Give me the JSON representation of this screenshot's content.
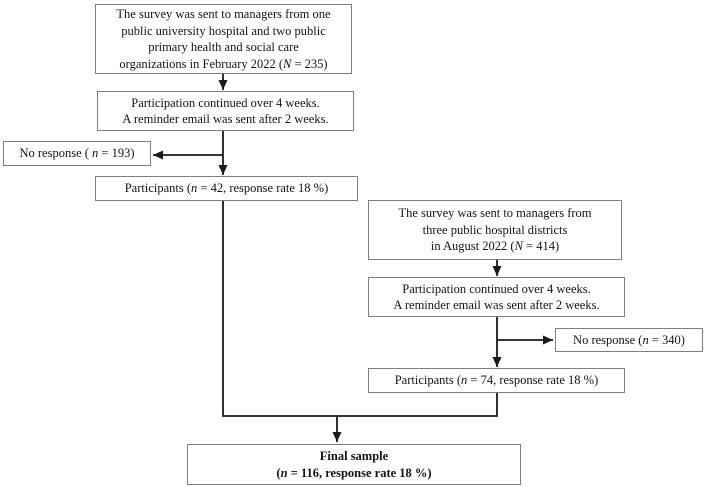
{
  "figure": {
    "type": "flowchart",
    "title": "Survey participation flow diagram",
    "background_color": "#ffffff",
    "box_border_color": "#7f7f7f",
    "arrow_color": "#1a1a1a",
    "text_color": "#141414"
  },
  "boxes": {
    "survey_feb": {
      "lines": [
        [
          {
            "t": "The survey was sent to managers from one"
          }
        ],
        [
          {
            "t": "public university hospital and two public"
          }
        ],
        [
          {
            "t": "primary health and social care"
          }
        ],
        [
          {
            "t": "organizations in February 2022 ("
          },
          {
            "t": "N",
            "i": true
          },
          {
            "t": " = 235)"
          }
        ]
      ]
    },
    "participation_feb": {
      "lines": [
        [
          {
            "t": "Participation continued over 4 weeks."
          }
        ],
        [
          {
            "t": "A reminder email was sent after 2 weeks."
          }
        ]
      ]
    },
    "no_response_feb": {
      "lines": [
        [
          {
            "t": "No response ( "
          },
          {
            "t": "n",
            "i": true
          },
          {
            "t": " = 193)"
          }
        ]
      ]
    },
    "participants_feb": {
      "lines": [
        [
          {
            "t": "Participants ("
          },
          {
            "t": "n",
            "i": true
          },
          {
            "t": " = 42, response rate 18 %)"
          }
        ]
      ]
    },
    "survey_aug": {
      "lines": [
        [
          {
            "t": "The survey was sent to managers from"
          }
        ],
        [
          {
            "t": "three public hospital districts"
          }
        ],
        [
          {
            "t": "in August 2022 ("
          },
          {
            "t": "N",
            "i": true
          },
          {
            "t": " = 414)"
          }
        ]
      ]
    },
    "participation_aug": {
      "lines": [
        [
          {
            "t": "Participation continued over 4 weeks."
          }
        ],
        [
          {
            "t": "A reminder email was sent after 2 weeks."
          }
        ]
      ]
    },
    "no_response_aug": {
      "lines": [
        [
          {
            "t": "No response ("
          },
          {
            "t": "n",
            "i": true
          },
          {
            "t": " = 340)"
          }
        ]
      ]
    },
    "participants_aug": {
      "lines": [
        [
          {
            "t": "Participants ("
          },
          {
            "t": "n",
            "i": true
          },
          {
            "t": " = 74, response rate 18 %)"
          }
        ]
      ]
    },
    "final_sample": {
      "lines": [
        [
          {
            "t": "Final sample"
          }
        ],
        [
          {
            "t": "("
          },
          {
            "t": "n",
            "i": true
          },
          {
            "t": " = 116, response rate 18 %)"
          }
        ]
      ]
    }
  }
}
